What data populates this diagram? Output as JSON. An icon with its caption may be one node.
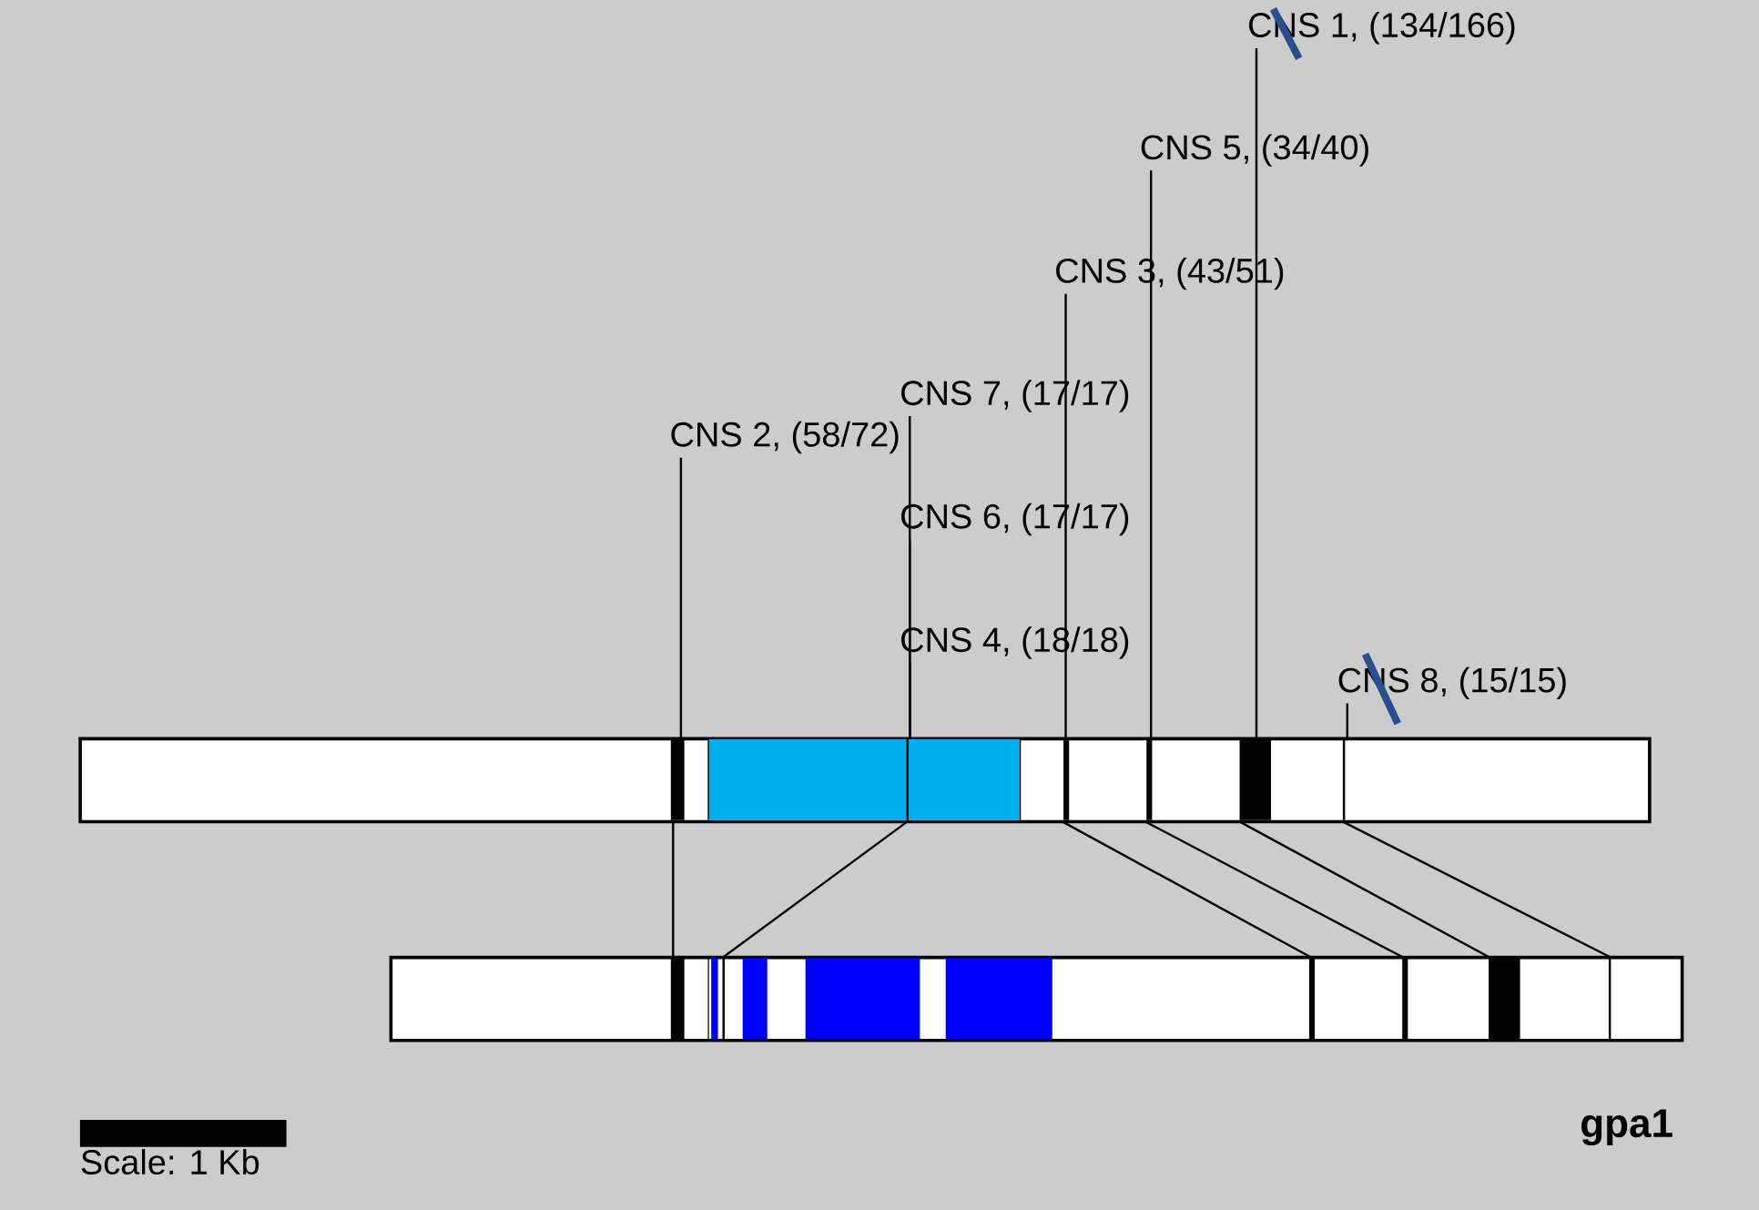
{
  "diagram": {
    "nodes": [
      {
        "text": [
          "CNS 1, (134/166)"
        ]
      },
      {
        "text": [
          "CNS 5, (34/40)"
        ]
      },
      {
        "text": [
          "CNS 3, (43/51)"
        ]
      },
      {
        "text": [
          "CNS 7, (17/17)"
        ]
      },
      {
        "text": [
          "CNS 2, (58/72)"
        ]
      },
      {
        "text": [
          "CNS 6, (17/17)"
        ]
      },
      {
        "text": [
          "CNS 4, (18/18)"
        ]
      },
      {
        "text": [
          "CNS 8, (15/15)"
        ]
      },
      {
        "text": [],
        "shape": "bar"
      },
      {
        "text": [],
        "shape": "bar"
      },
      {
        "text": [
          "Scale:  1 Kb"
        ]
      }
    ],
    "edges": [
      {
        "from": 0,
        "to": 8,
        "arrow": "none"
      },
      {
        "from": 1,
        "to": 8,
        "arrow": "none"
      },
      {
        "from": 2,
        "to": 8,
        "arrow": "none"
      },
      {
        "from": 3,
        "to": 8,
        "arrow": "none"
      },
      {
        "from": 4,
        "to": 8,
        "arrow": "none"
      },
      {
        "from": 5,
        "to": 8,
        "arrow": "none"
      },
      {
        "from": 6,
        "to": 8,
        "arrow": "none"
      },
      {
        "from": 7,
        "to": 8,
        "arrow": "none"
      },
      {
        "from": 8,
        "to": 9,
        "arrow": "none"
      },
      {
        "from": 8,
        "to": 9,
        "arrow": "none"
      },
      {
        "from": 8,
        "to": 9,
        "arrow": "none"
      },
      {
        "from": 8,
        "to": 9,
        "arrow": "none"
      },
      {
        "from": 8,
        "to": 9,
        "arrow": "none"
      },
      {
        "from": 8,
        "to": 9,
        "arrow": "none"
      }
    ],
    "labels": [
      "gpa1"
    ]
  }
}
